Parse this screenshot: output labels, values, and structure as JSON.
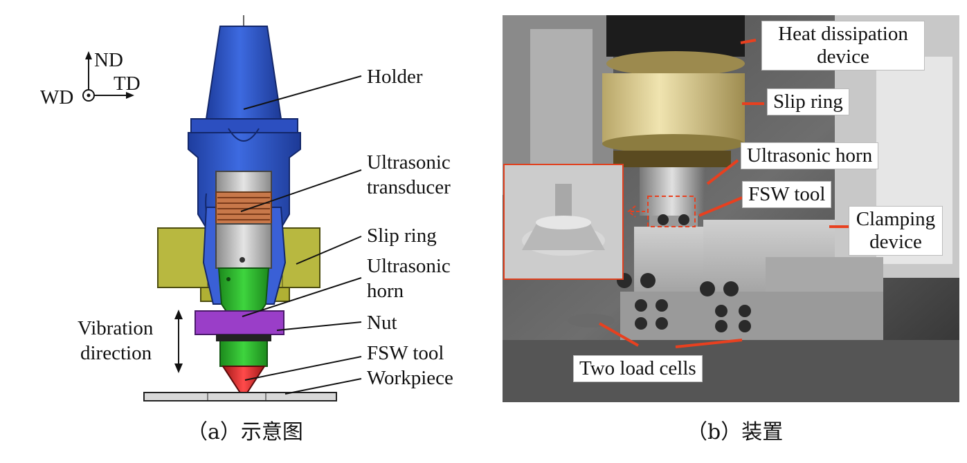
{
  "panel_a": {
    "axes": {
      "nd": "ND",
      "td": "TD",
      "wd": "WD"
    },
    "labels": {
      "holder": "Holder",
      "ultrasonic_transducer_1": "Ultrasonic",
      "ultrasonic_transducer_2": "transducer",
      "slip_ring": "Slip ring",
      "ultrasonic_horn_1": "Ultrasonic",
      "ultrasonic_horn_2": "horn",
      "nut": "Nut",
      "fsw_tool": "FSW tool",
      "workpiece": "Workpiece",
      "vibration_1": "Vibration",
      "vibration_2": "direction"
    },
    "caption": "（a）示意图",
    "colors": {
      "holder": "#2f55c6",
      "slip_ring": "#a8a82a",
      "horn": "#2aa82a",
      "nut": "#8a2fb8",
      "tool": "#d62a2a",
      "transducer_coil": "#c06a3a"
    }
  },
  "panel_b": {
    "labels": {
      "heat_1": "Heat dissipation",
      "heat_2": "device",
      "slip_ring": "Slip ring",
      "ultrasonic_horn": "Ultrasonic horn",
      "fsw_tool": "FSW tool",
      "clamping_1": "Clamping",
      "clamping_2": "device",
      "load_cells": "Two load cells"
    },
    "caption": "（b）装置",
    "colors": {
      "arrow": "#e8401f"
    }
  }
}
